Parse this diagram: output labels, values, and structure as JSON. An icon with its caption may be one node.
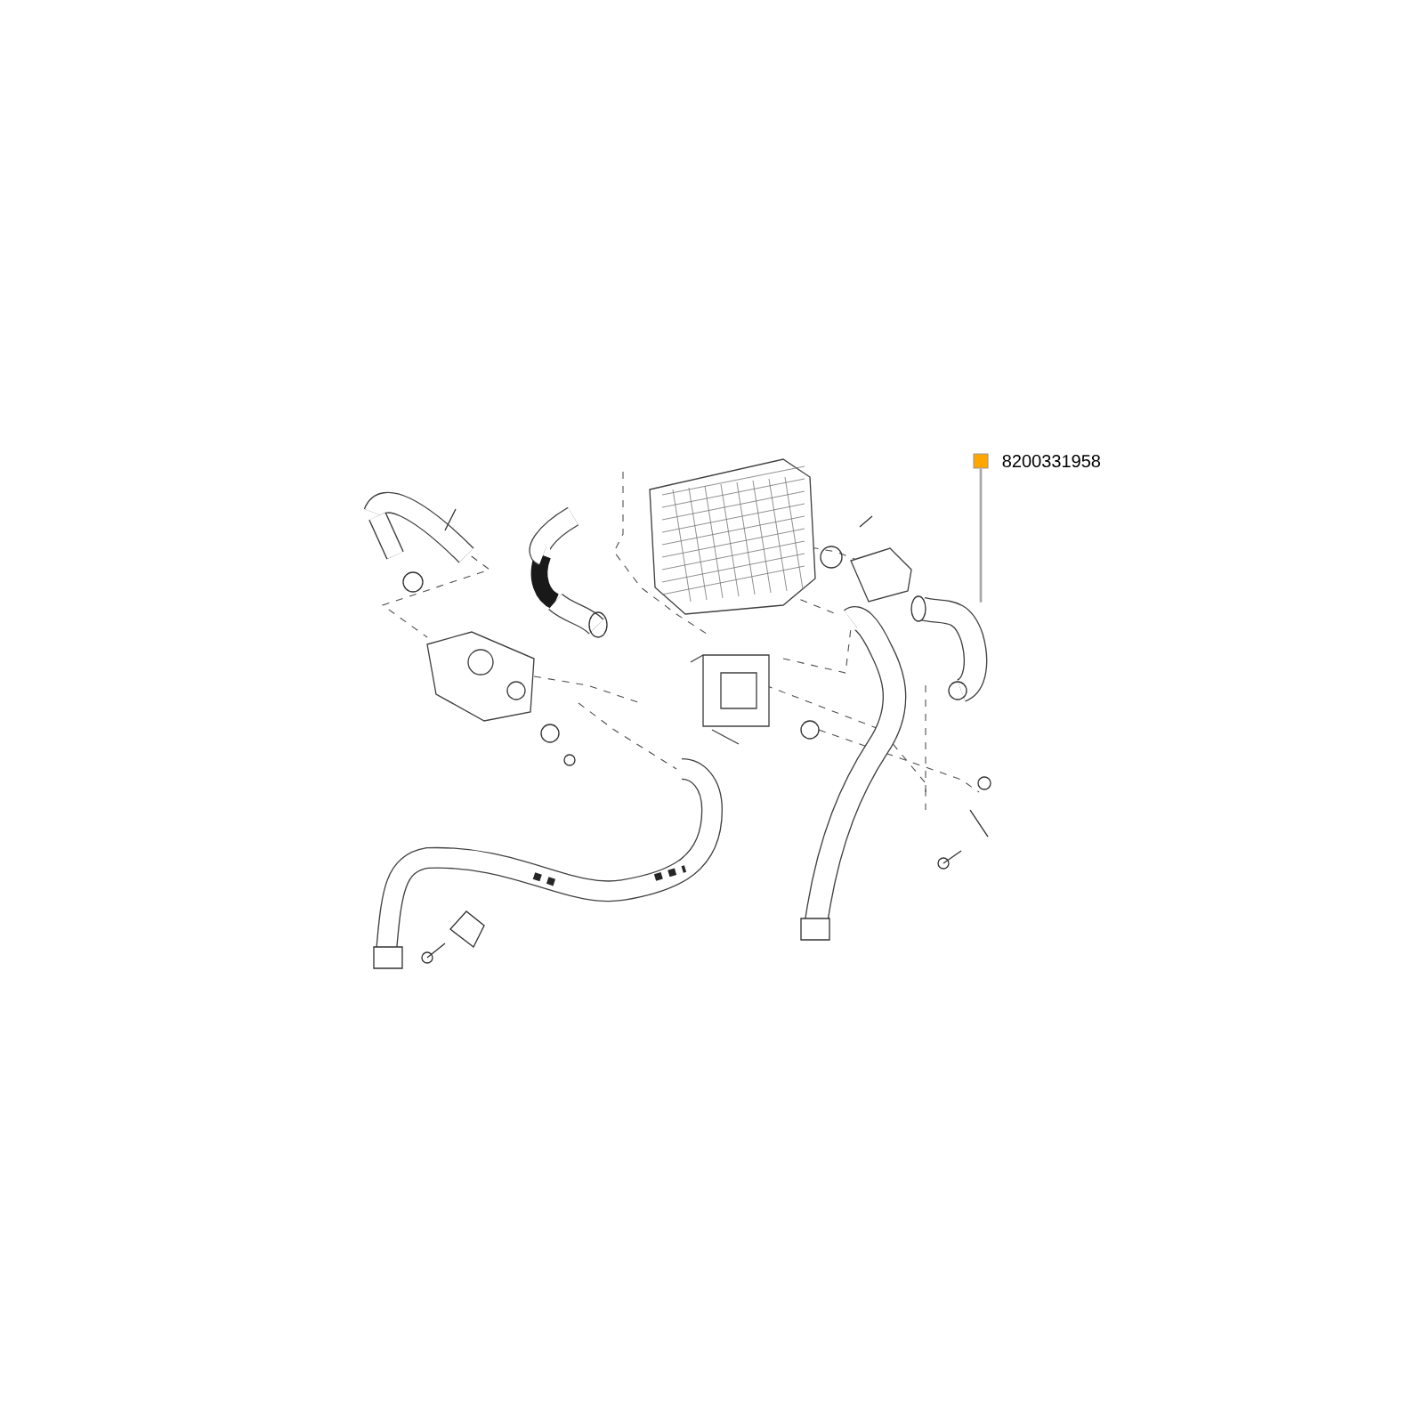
{
  "diagram": {
    "nodes": [
      {
        "text": [],
        "shape": "box",
        "beside": [
          "8200331958"
        ]
      },
      {
        "text": [],
        "shape": "picture"
      }
    ],
    "edges": [
      {
        "from": 0,
        "to": 1,
        "arrow": "none"
      }
    ]
  }
}
